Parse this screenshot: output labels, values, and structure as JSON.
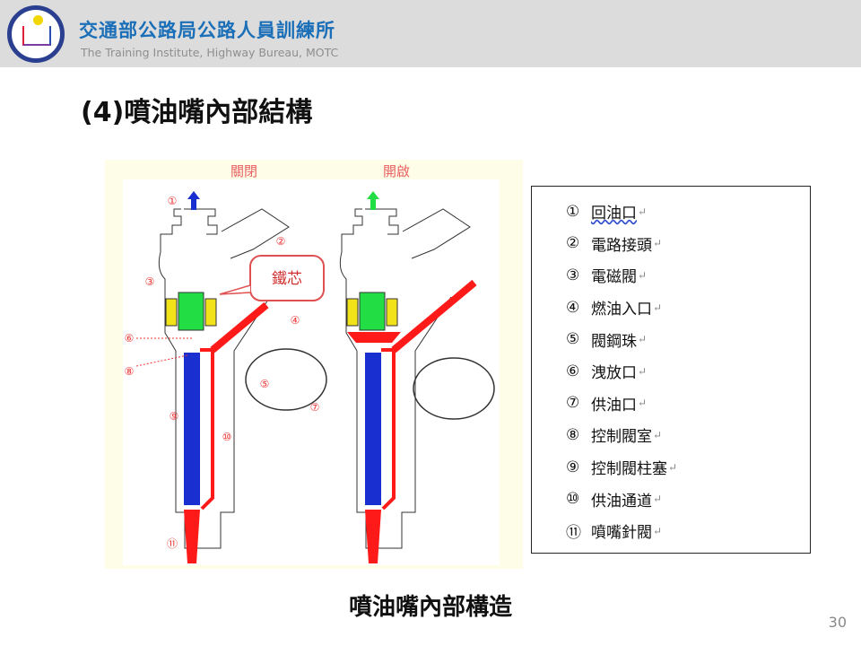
{
  "header": {
    "org_name_cn": "交通部公路局公路人員訓練所",
    "org_name_en": "The Training Institute, Highway Bureau,  MOTC",
    "logo_icon": "institute-seal-logo"
  },
  "slide": {
    "title": "(4)噴油嘴內部結構",
    "caption": "噴油嘴內部構造",
    "page_number": "30"
  },
  "figure": {
    "closed_label": "關閉",
    "open_label": "開啟",
    "core_callout": "鐵芯",
    "markers": [
      "①",
      "②",
      "③",
      "④",
      "⑤",
      "⑥",
      "⑦",
      "⑧",
      "⑨",
      "⑩",
      "⑪"
    ]
  },
  "legend": [
    {
      "num": "①",
      "text": "回油口"
    },
    {
      "num": "②",
      "text": "電路接頭"
    },
    {
      "num": "③",
      "text": "電磁閥"
    },
    {
      "num": "④",
      "text": "燃油入口"
    },
    {
      "num": "⑤",
      "text": "閥鋼珠"
    },
    {
      "num": "⑥",
      "text": "洩放口"
    },
    {
      "num": "⑦",
      "text": "供油口"
    },
    {
      "num": "⑧",
      "text": "控制閥室"
    },
    {
      "num": "⑨",
      "text": "控制閥柱塞"
    },
    {
      "num": "⑩",
      "text": "供油通道"
    },
    {
      "num": "⑪",
      "text": "噴嘴針閥"
    }
  ],
  "colors": {
    "brand": "#1a6fb8",
    "fuel": "#ff1a1a",
    "plunger": "#1a2fd0",
    "core": "#22dd44",
    "coil": "#f2e21a"
  }
}
